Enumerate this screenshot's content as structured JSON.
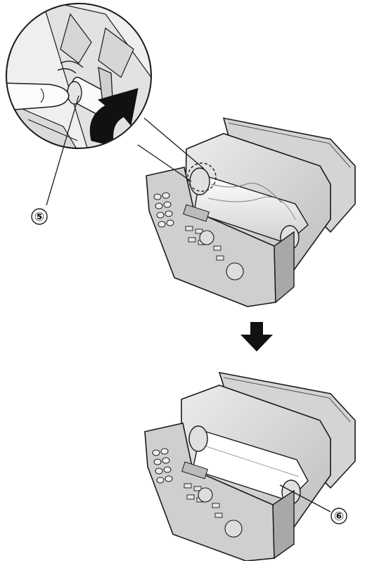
{
  "figure": {
    "callouts": [
      {
        "id": "5",
        "label": "⑤"
      },
      {
        "id": "6",
        "label": "⑥"
      }
    ],
    "arrow_direction": "down",
    "colors": {
      "ink": "#1a1a1a",
      "device_gray": "#d9d9d9",
      "roll_white": "#ffffff",
      "shadow": "#9a9a9a"
    }
  }
}
